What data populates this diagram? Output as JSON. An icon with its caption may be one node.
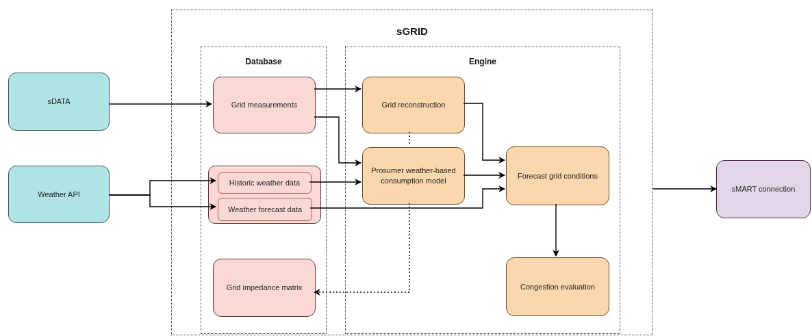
{
  "diagram": {
    "nodes": [
      {
        "text": [
          "sDATA"
        ]
      },
      {
        "text": [
          "Weather API"
        ]
      },
      {
        "text": [
          "sGRID"
        ]
      },
      {
        "text": [
          "Database"
        ],
        "in": 2
      },
      {
        "text": [
          "Engine"
        ],
        "in": 2
      },
      {
        "text": [
          "Grid measurements"
        ],
        "in": 3
      },
      {
        "text": [],
        "shape": "box",
        "in": 3
      },
      {
        "text": [
          "Historic weather data"
        ],
        "in": 6
      },
      {
        "text": [
          "Weather forecast data"
        ],
        "in": 6
      },
      {
        "text": [
          "Grid impedance matrix"
        ],
        "in": 3
      },
      {
        "text": [
          "Grid reconstruction"
        ],
        "in": 4
      },
      {
        "text": [
          "Prosumer weather-based consumption model"
        ],
        "in": 4
      },
      {
        "text": [
          "Forecast grid conditions"
        ],
        "in": 4
      },
      {
        "text": [
          "Congestion evaluation"
        ],
        "in": 4
      },
      {
        "text": [
          "sMART connection"
        ]
      }
    ],
    "edges": [
      {
        "from": 0,
        "to": 5,
        "arrow": "to"
      },
      {
        "from": 1,
        "to": 7,
        "arrow": "to"
      },
      {
        "from": 1,
        "to": 8,
        "arrow": "to"
      },
      {
        "from": 5,
        "to": 10,
        "arrow": "to"
      },
      {
        "from": 5,
        "to": 11,
        "arrow": "to"
      },
      {
        "from": 7,
        "to": 11,
        "arrow": "to"
      },
      {
        "from": 8,
        "to": 12,
        "arrow": "to"
      },
      {
        "from": 10,
        "to": 12,
        "arrow": "to"
      },
      {
        "from": 11,
        "to": 12,
        "arrow": "to"
      },
      {
        "from": 12,
        "to": 13,
        "arrow": "to"
      },
      {
        "from": 2,
        "to": 14,
        "arrow": "to"
      },
      {
        "from": 10,
        "to": 11,
        "arrow": "none",
        "style": "dashed"
      },
      {
        "from": 11,
        "to": 9,
        "arrow": "to",
        "style": "dashed"
      }
    ]
  }
}
